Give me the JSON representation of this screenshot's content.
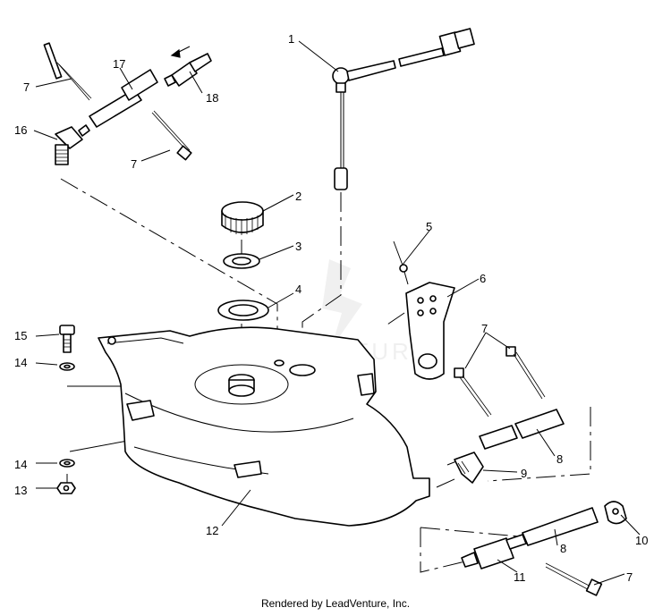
{
  "callouts": {
    "c1": "1",
    "c2": "2",
    "c3": "3",
    "c4": "4",
    "c5": "5",
    "c6": "6",
    "c7a": "7",
    "c7b": "7",
    "c7c": "7",
    "c7d": "7",
    "c8a": "8",
    "c8b": "8",
    "c9": "9",
    "c10": "10",
    "c11": "11",
    "c12": "12",
    "c13": "13",
    "c14a": "14",
    "c14b": "14",
    "c15": "15",
    "c16": "16",
    "c17": "17",
    "c18": "18"
  },
  "watermark": "LEADVENTURE",
  "footer": "Rendered by LeadVenture, Inc."
}
